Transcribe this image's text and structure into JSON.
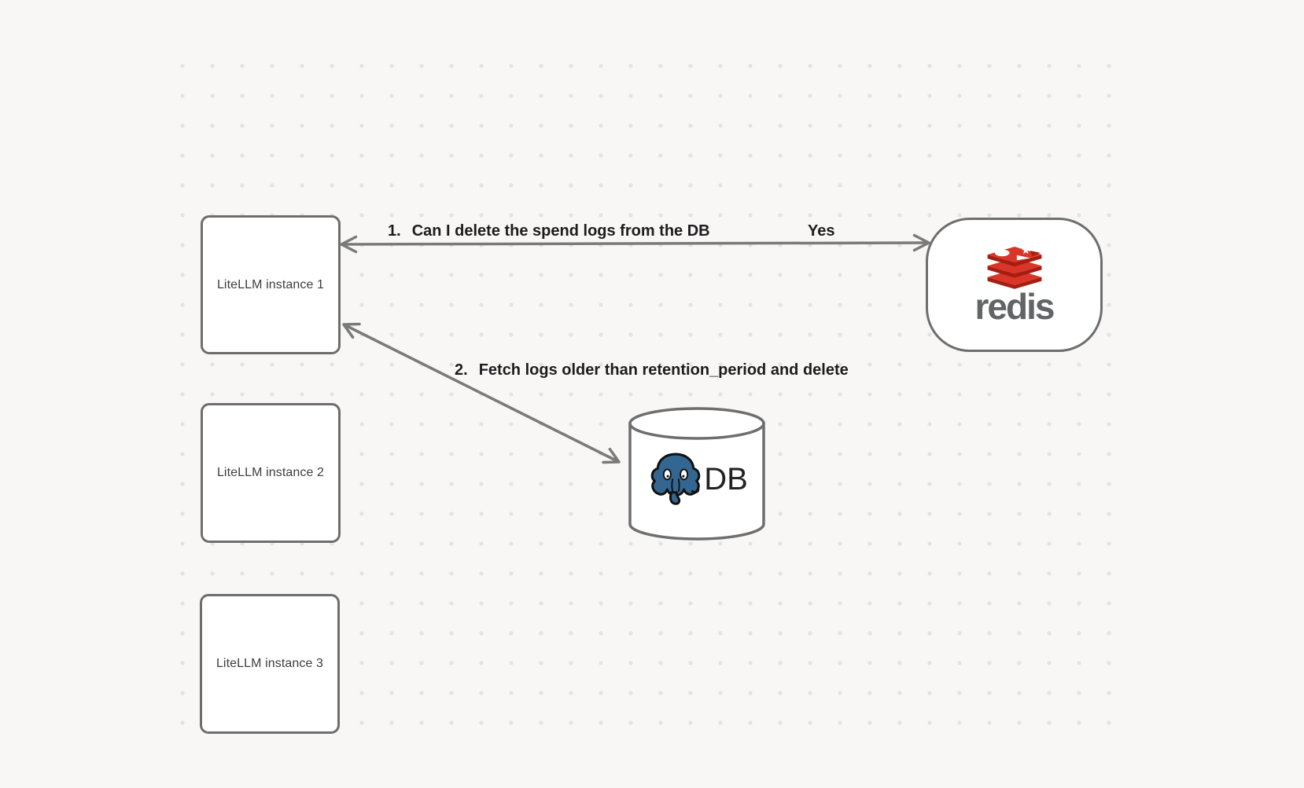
{
  "canvas": {
    "background_color": "#f8f7f5",
    "grid_dot_color": "#e4e3e1"
  },
  "nodes": {
    "instance1": {
      "label": "LiteLLM instance 1"
    },
    "instance2": {
      "label": "LiteLLM instance 2"
    },
    "instance3": {
      "label": "LiteLLM instance 3"
    },
    "redis": {
      "wordmark": "redis"
    },
    "db": {
      "label": "DB"
    }
  },
  "edges": {
    "redis_instance1": {
      "number": "1.",
      "text": "Can I delete the spend logs from the DB",
      "reply": "Yes",
      "direction": "bidirectional"
    },
    "db_instance1": {
      "number": "2.",
      "text": "Fetch logs older than retention_period and delete",
      "direction": "bidirectional"
    }
  },
  "colors": {
    "shape_border": "#6e6e6e",
    "arrow": "#7a7a7a",
    "edge_label_text": "#1d1d1f",
    "node_label_text": "#3d3d3d",
    "redis_red": "#d93529",
    "redis_dark_red": "#a41e11",
    "redis_wordmark_gray": "#636466",
    "postgres_blue": "#336791",
    "db_text": "#222222"
  }
}
